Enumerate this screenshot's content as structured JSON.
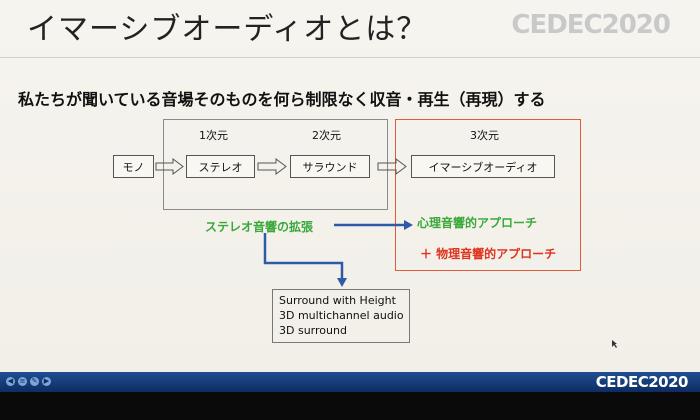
{
  "slide": {
    "title": "イマーシブオーディオとは？",
    "subtitle": "私たちが聞いている音場そのものを何ら制限なく収音・再生（再現）する",
    "logo_text": "CEDEC2020"
  },
  "diagram": {
    "dimension_1": "1次元",
    "dimension_2": "2次元",
    "dimension_3": "3次元",
    "mono": "モノ",
    "stereo": "ステレオ",
    "surround": "サラウンド",
    "immersive": "イマーシブオーディオ",
    "stereo_extension": "ステレオ音響の拡張",
    "psycho_approach": "心理音響的アプローチ",
    "physical_approach": "＋ 物理音響的アプローチ",
    "info_lines": [
      "Surround with Height",
      "3D multichannel audio",
      "3D surround"
    ]
  },
  "footer": {
    "logo_text": "CEDEC2020"
  },
  "colors": {
    "green": "#3aa83a",
    "red": "#e0321c",
    "frame_red": "#e05a3c",
    "arrow_blue": "#2f5aa8",
    "bar_blue": "#1e4f93"
  },
  "icons": [
    "prev-icon",
    "menu-icon",
    "pen-icon",
    "next-icon"
  ]
}
